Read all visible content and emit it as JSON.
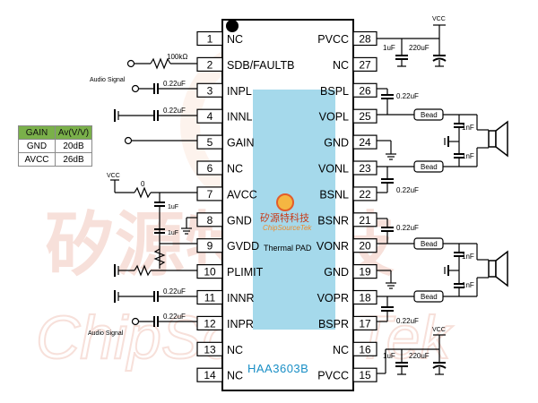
{
  "chip": {
    "part_number": "HAA3603B",
    "thermal_pad": "Thermal PAD",
    "logo_cn": "矽源特科技",
    "logo_en": "ChipSourceTek"
  },
  "watermark": {
    "cn": "矽源特科技",
    "en": "ChipSourceTek"
  },
  "left_pins": [
    {
      "num": "1",
      "name": "NC"
    },
    {
      "num": "2",
      "name": "SDB/FAULTB"
    },
    {
      "num": "3",
      "name": "INPL"
    },
    {
      "num": "4",
      "name": "INNL"
    },
    {
      "num": "5",
      "name": "GAIN"
    },
    {
      "num": "6",
      "name": "NC"
    },
    {
      "num": "7",
      "name": "AVCC"
    },
    {
      "num": "8",
      "name": "GND"
    },
    {
      "num": "9",
      "name": "GVDD"
    },
    {
      "num": "10",
      "name": "PLIMIT"
    },
    {
      "num": "11",
      "name": "INNR"
    },
    {
      "num": "12",
      "name": "INPR"
    },
    {
      "num": "13",
      "name": "NC"
    },
    {
      "num": "14",
      "name": "NC"
    }
  ],
  "right_pins": [
    {
      "num": "28",
      "name": "PVCC"
    },
    {
      "num": "27",
      "name": "NC"
    },
    {
      "num": "26",
      "name": "BSPL"
    },
    {
      "num": "25",
      "name": "VOPL"
    },
    {
      "num": "24",
      "name": "GND"
    },
    {
      "num": "23",
      "name": "VONL"
    },
    {
      "num": "22",
      "name": "BSNL"
    },
    {
      "num": "21",
      "name": "BSNR"
    },
    {
      "num": "20",
      "name": "VONR"
    },
    {
      "num": "19",
      "name": "GND"
    },
    {
      "num": "18",
      "name": "VOPR"
    },
    {
      "num": "17",
      "name": "BSPR"
    },
    {
      "num": "16",
      "name": "NC"
    },
    {
      "num": "15",
      "name": "PVCC"
    }
  ],
  "components": {
    "r_100k": "100kΩ",
    "r_0": "0",
    "c_022": "0.22uF",
    "c_1u": "1uF",
    "c_220u": "220uF",
    "c_1n": "1nF",
    "bead": "Bead",
    "audio_signal": "Audio Signal",
    "vcc": "VCC"
  },
  "gain_table": {
    "headers": [
      "GAIN",
      "Av(V/V)"
    ],
    "rows": [
      [
        "GND",
        "20dB"
      ],
      [
        "AVCC",
        "26dB"
      ]
    ]
  },
  "colors": {
    "chip_body": "#ffffff",
    "thermal_pad": "#8fcfe6",
    "gain_header": "#7ab04a",
    "watermark": "#e8b0a0",
    "logo_orange": "#f08a2a"
  }
}
